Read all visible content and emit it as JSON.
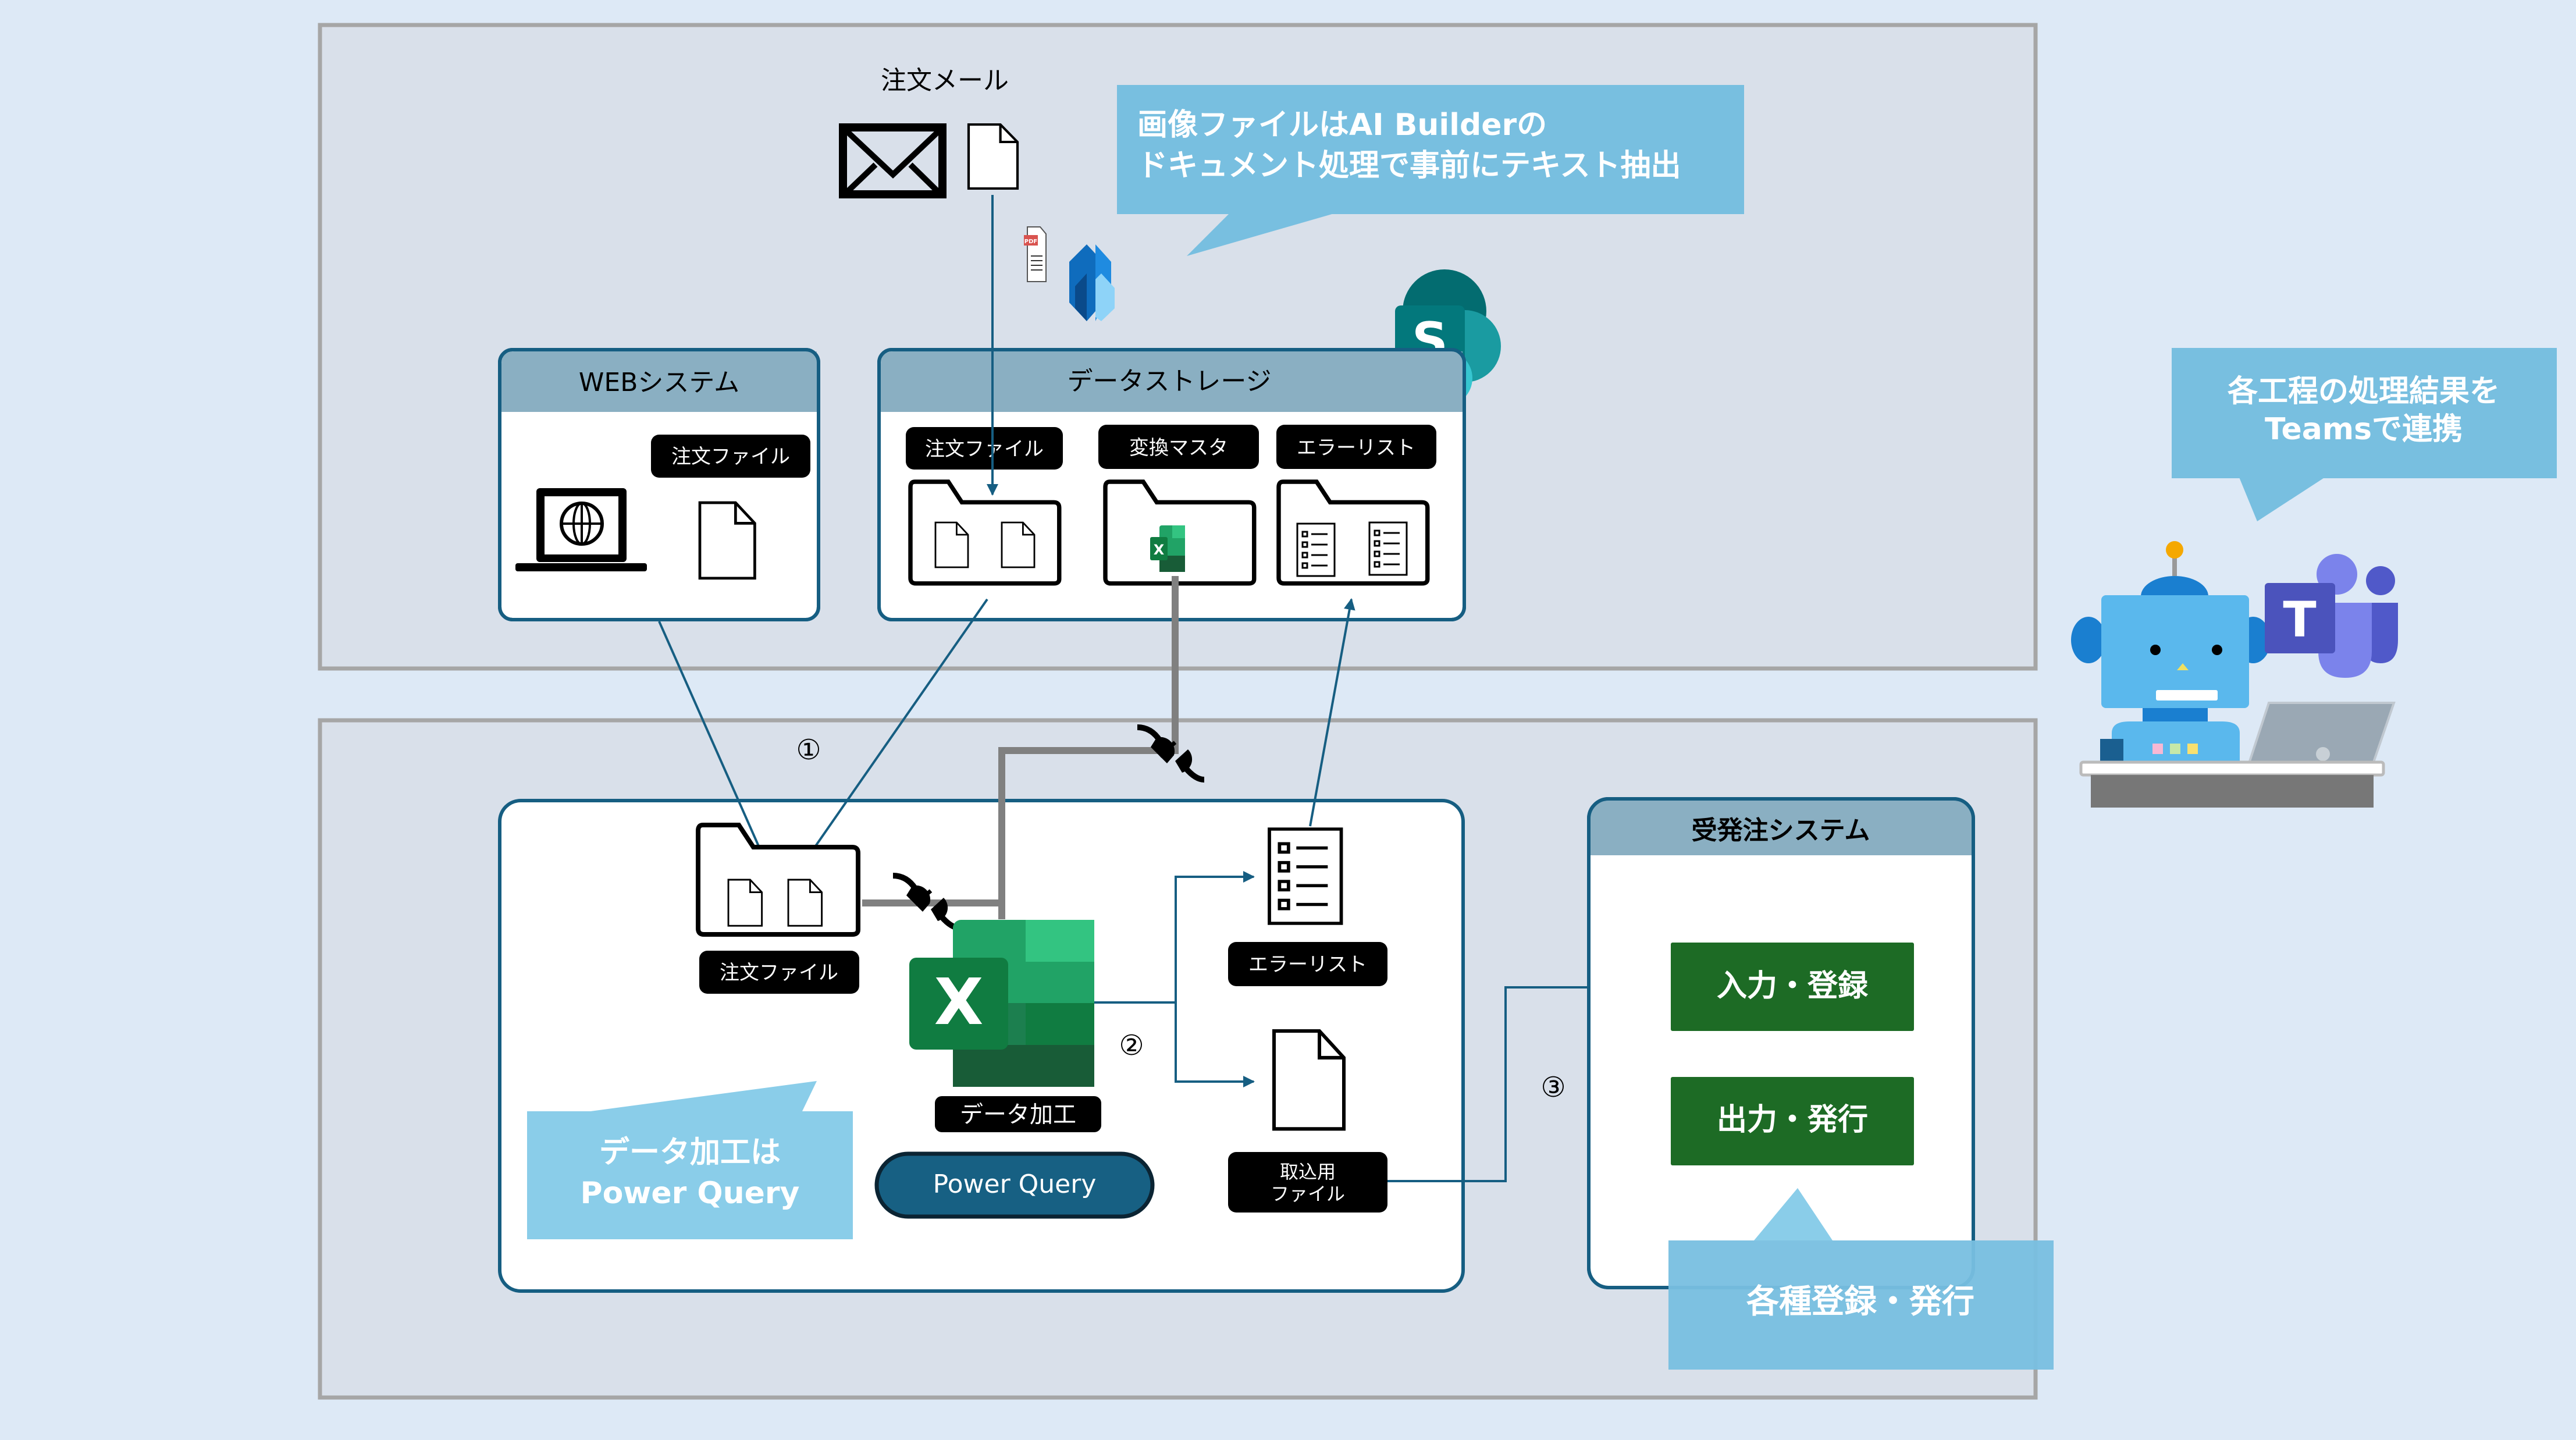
{
  "colors": {
    "page_bg": "#dde9f6",
    "panel_fill": "#d9e0ea",
    "panel_border": "#a6a6a6",
    "box_border": "#165e82",
    "box_header": "#8aafc2",
    "arrow": "#165e82",
    "connector_gray": "#808080",
    "callout": "#78bfe0",
    "callout_light": "#8acde9",
    "process_green": "#1d6b25",
    "power_query_pill": "#176083"
  },
  "email_source": {
    "label": "注文メール",
    "icons": [
      "envelope-icon",
      "document-icon"
    ]
  },
  "ai_builder_callout": {
    "line1": "画像ファイルはAI Builderの",
    "line2": "ドキュメント処理で事前にテキスト抽出",
    "icons": [
      "pdf-icon",
      "ai-builder-icon"
    ]
  },
  "web_system": {
    "title": "WEBシステム",
    "file_label": "注文ファイル",
    "icons": [
      "laptop-globe-icon",
      "document-icon"
    ]
  },
  "data_storage": {
    "title": "データストレージ",
    "brand_icon": "sharepoint-icon",
    "folders": [
      {
        "label": "注文ファイル",
        "content": "two-documents"
      },
      {
        "label": "変換マスタ",
        "content": "excel-icon"
      },
      {
        "label": "エラーリスト",
        "content": "two-checklists"
      }
    ]
  },
  "steps": {
    "step1": "①",
    "step2": "②",
    "step3": "③"
  },
  "processing": {
    "input_folder_label": "注文ファイル",
    "excel_label": "データ加工",
    "power_query_label": "Power Query",
    "error_list_label": "エラーリスト",
    "import_file_label_line1": "取込用",
    "import_file_label_line2": "ファイル",
    "callout_line1": "データ加工は",
    "callout_line2": "Power Query"
  },
  "order_system": {
    "title": "受発注システム",
    "buttons": [
      "入力・登録",
      "出力・発行"
    ],
    "callout": "各種登録・発行"
  },
  "teams": {
    "callout_line1": "各工程の処理結果を",
    "callout_line2": "Teamsで連携",
    "icons": [
      "robot-icon",
      "teams-icon",
      "laptop-icon"
    ]
  }
}
